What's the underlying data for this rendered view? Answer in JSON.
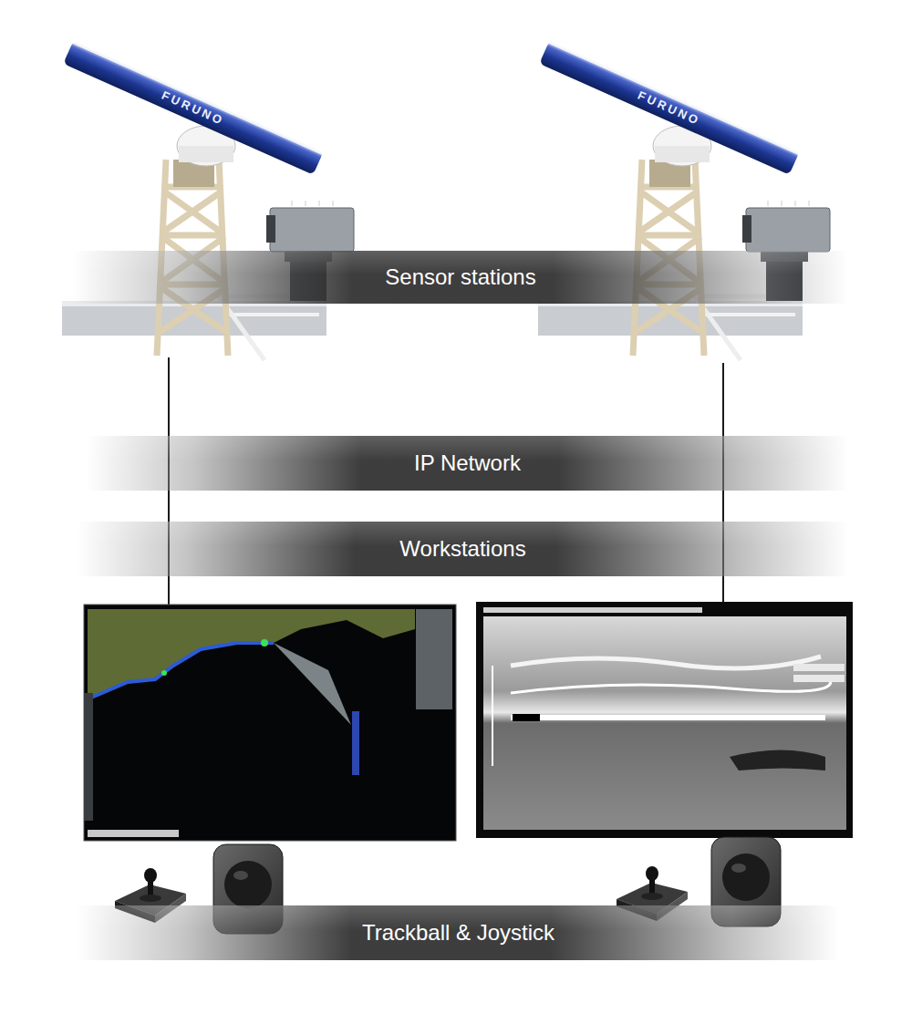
{
  "diagram": {
    "nodes": [
      {
        "text": [
          "Sensor stations"
        ]
      },
      {
        "text": [
          "IP Network"
        ]
      },
      {
        "text": [
          "Workstations"
        ]
      },
      {
        "text": [
          "Trackball & Joystick"
        ]
      }
    ],
    "labels": [
      "FURUNO",
      "FURUNO"
    ]
  }
}
